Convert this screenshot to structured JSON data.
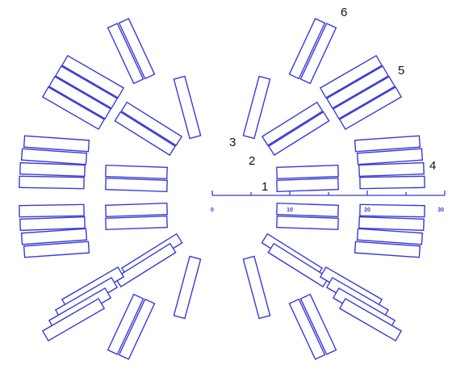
{
  "figure": {
    "callouts": [
      "1",
      "2",
      "3",
      "4",
      "5",
      "6"
    ],
    "scale": {
      "ticks": [
        "0",
        "10",
        "20",
        "30"
      ]
    },
    "colors": {
      "outline": "#3a3ad8",
      "background": "#ffffff",
      "label": "#111111"
    }
  }
}
